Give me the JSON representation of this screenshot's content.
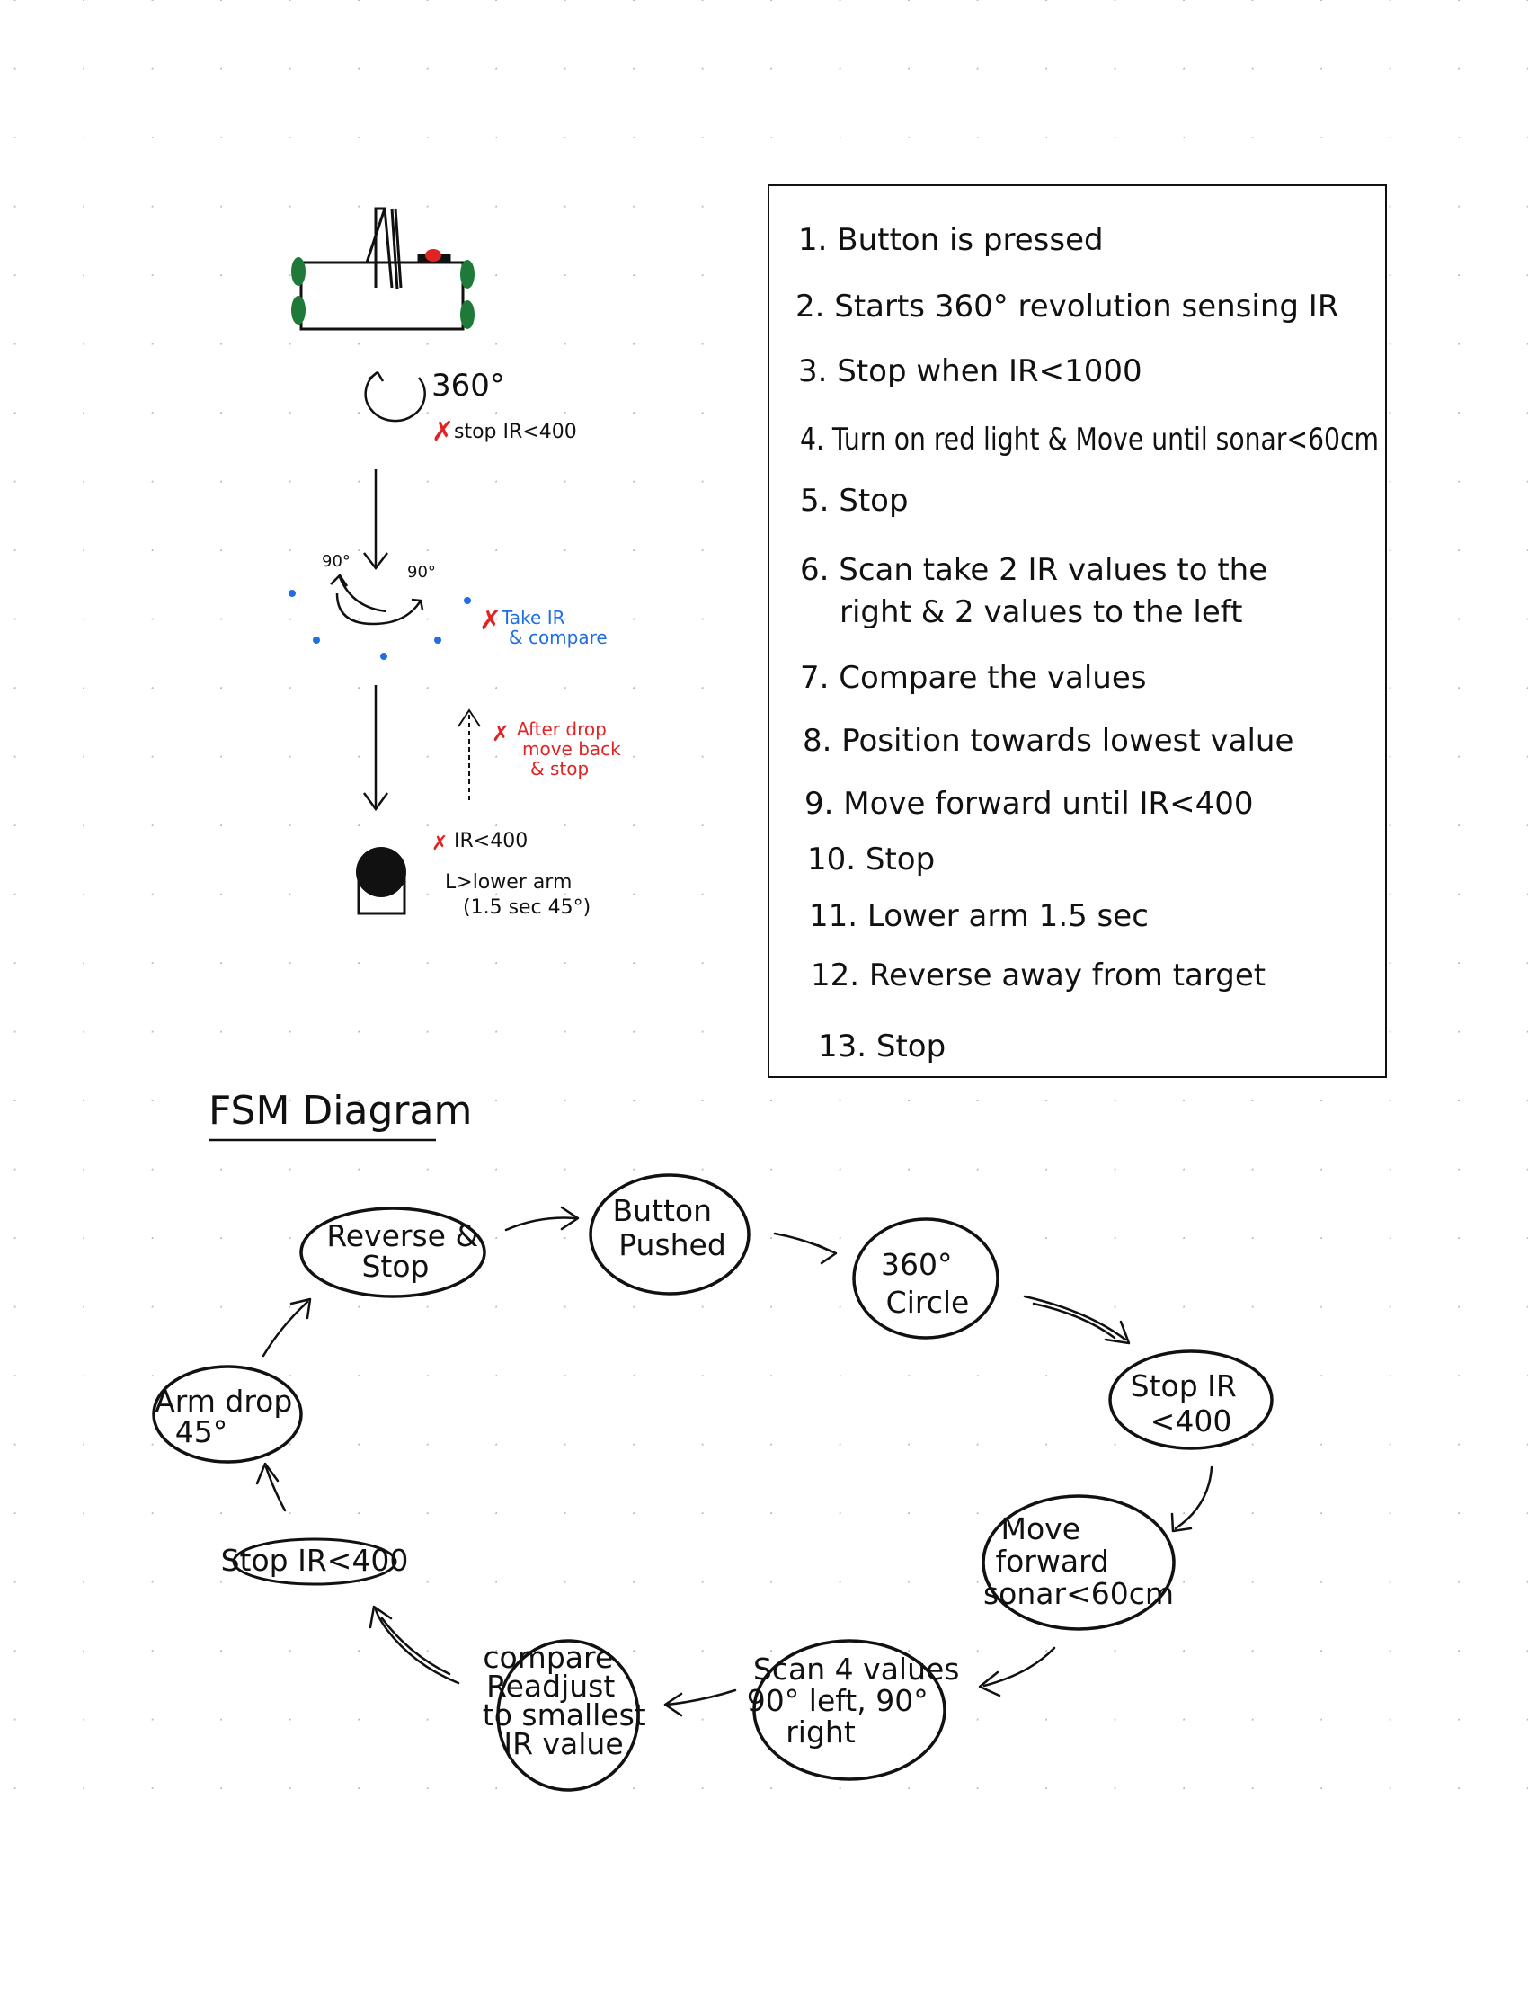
{
  "colors": {
    "ink": "#111111",
    "red": "#e02424",
    "blue": "#1f6fe0",
    "green": "#1f7a3a",
    "dot_grid": "#b9b9c4"
  },
  "sketch": {
    "rotate_label": "360°",
    "stop_note": "stop IR<400",
    "angle_left": "90°",
    "angle_right": "90°",
    "take_ir_note": [
      "Take IR",
      "& compare"
    ],
    "after_drop_note": [
      "After drop",
      "move back",
      "& stop"
    ],
    "ir_note": "IR<400",
    "lower_arm_note": [
      "L>lower arm",
      "(1.5 sec 45°)"
    ]
  },
  "steps": [
    "1. Button is pressed",
    "2. Starts 360° revolution sensing IR",
    "3. Stop when IR<1000",
    "4. Turn on red light & Move until sonar<60cm",
    "5. Stop",
    "6. Scan take 2 IR values to the",
    "right & 2 values to the left",
    "7. Compare the values",
    "8. Position towards lowest value",
    "9. Move forward until IR<400",
    "10. Stop",
    "11. Lower arm 1.5 sec",
    "12. Reverse away from target",
    "13. Stop"
  ],
  "fsm": {
    "title": "FSM Diagram",
    "states": [
      [
        "Button",
        "Pushed"
      ],
      [
        "360°",
        "Circle"
      ],
      [
        "Stop IR",
        "<400"
      ],
      [
        "Move",
        "forward",
        "sonar<60cm"
      ],
      [
        "Scan 4 values",
        "90° left, 90°",
        "right"
      ],
      [
        "compare",
        "Readjust",
        "to smallest",
        "IR value"
      ],
      [
        "Stop IR<400"
      ],
      [
        "Arm drop",
        "45°"
      ],
      [
        "Reverse &",
        "Stop"
      ]
    ]
  }
}
